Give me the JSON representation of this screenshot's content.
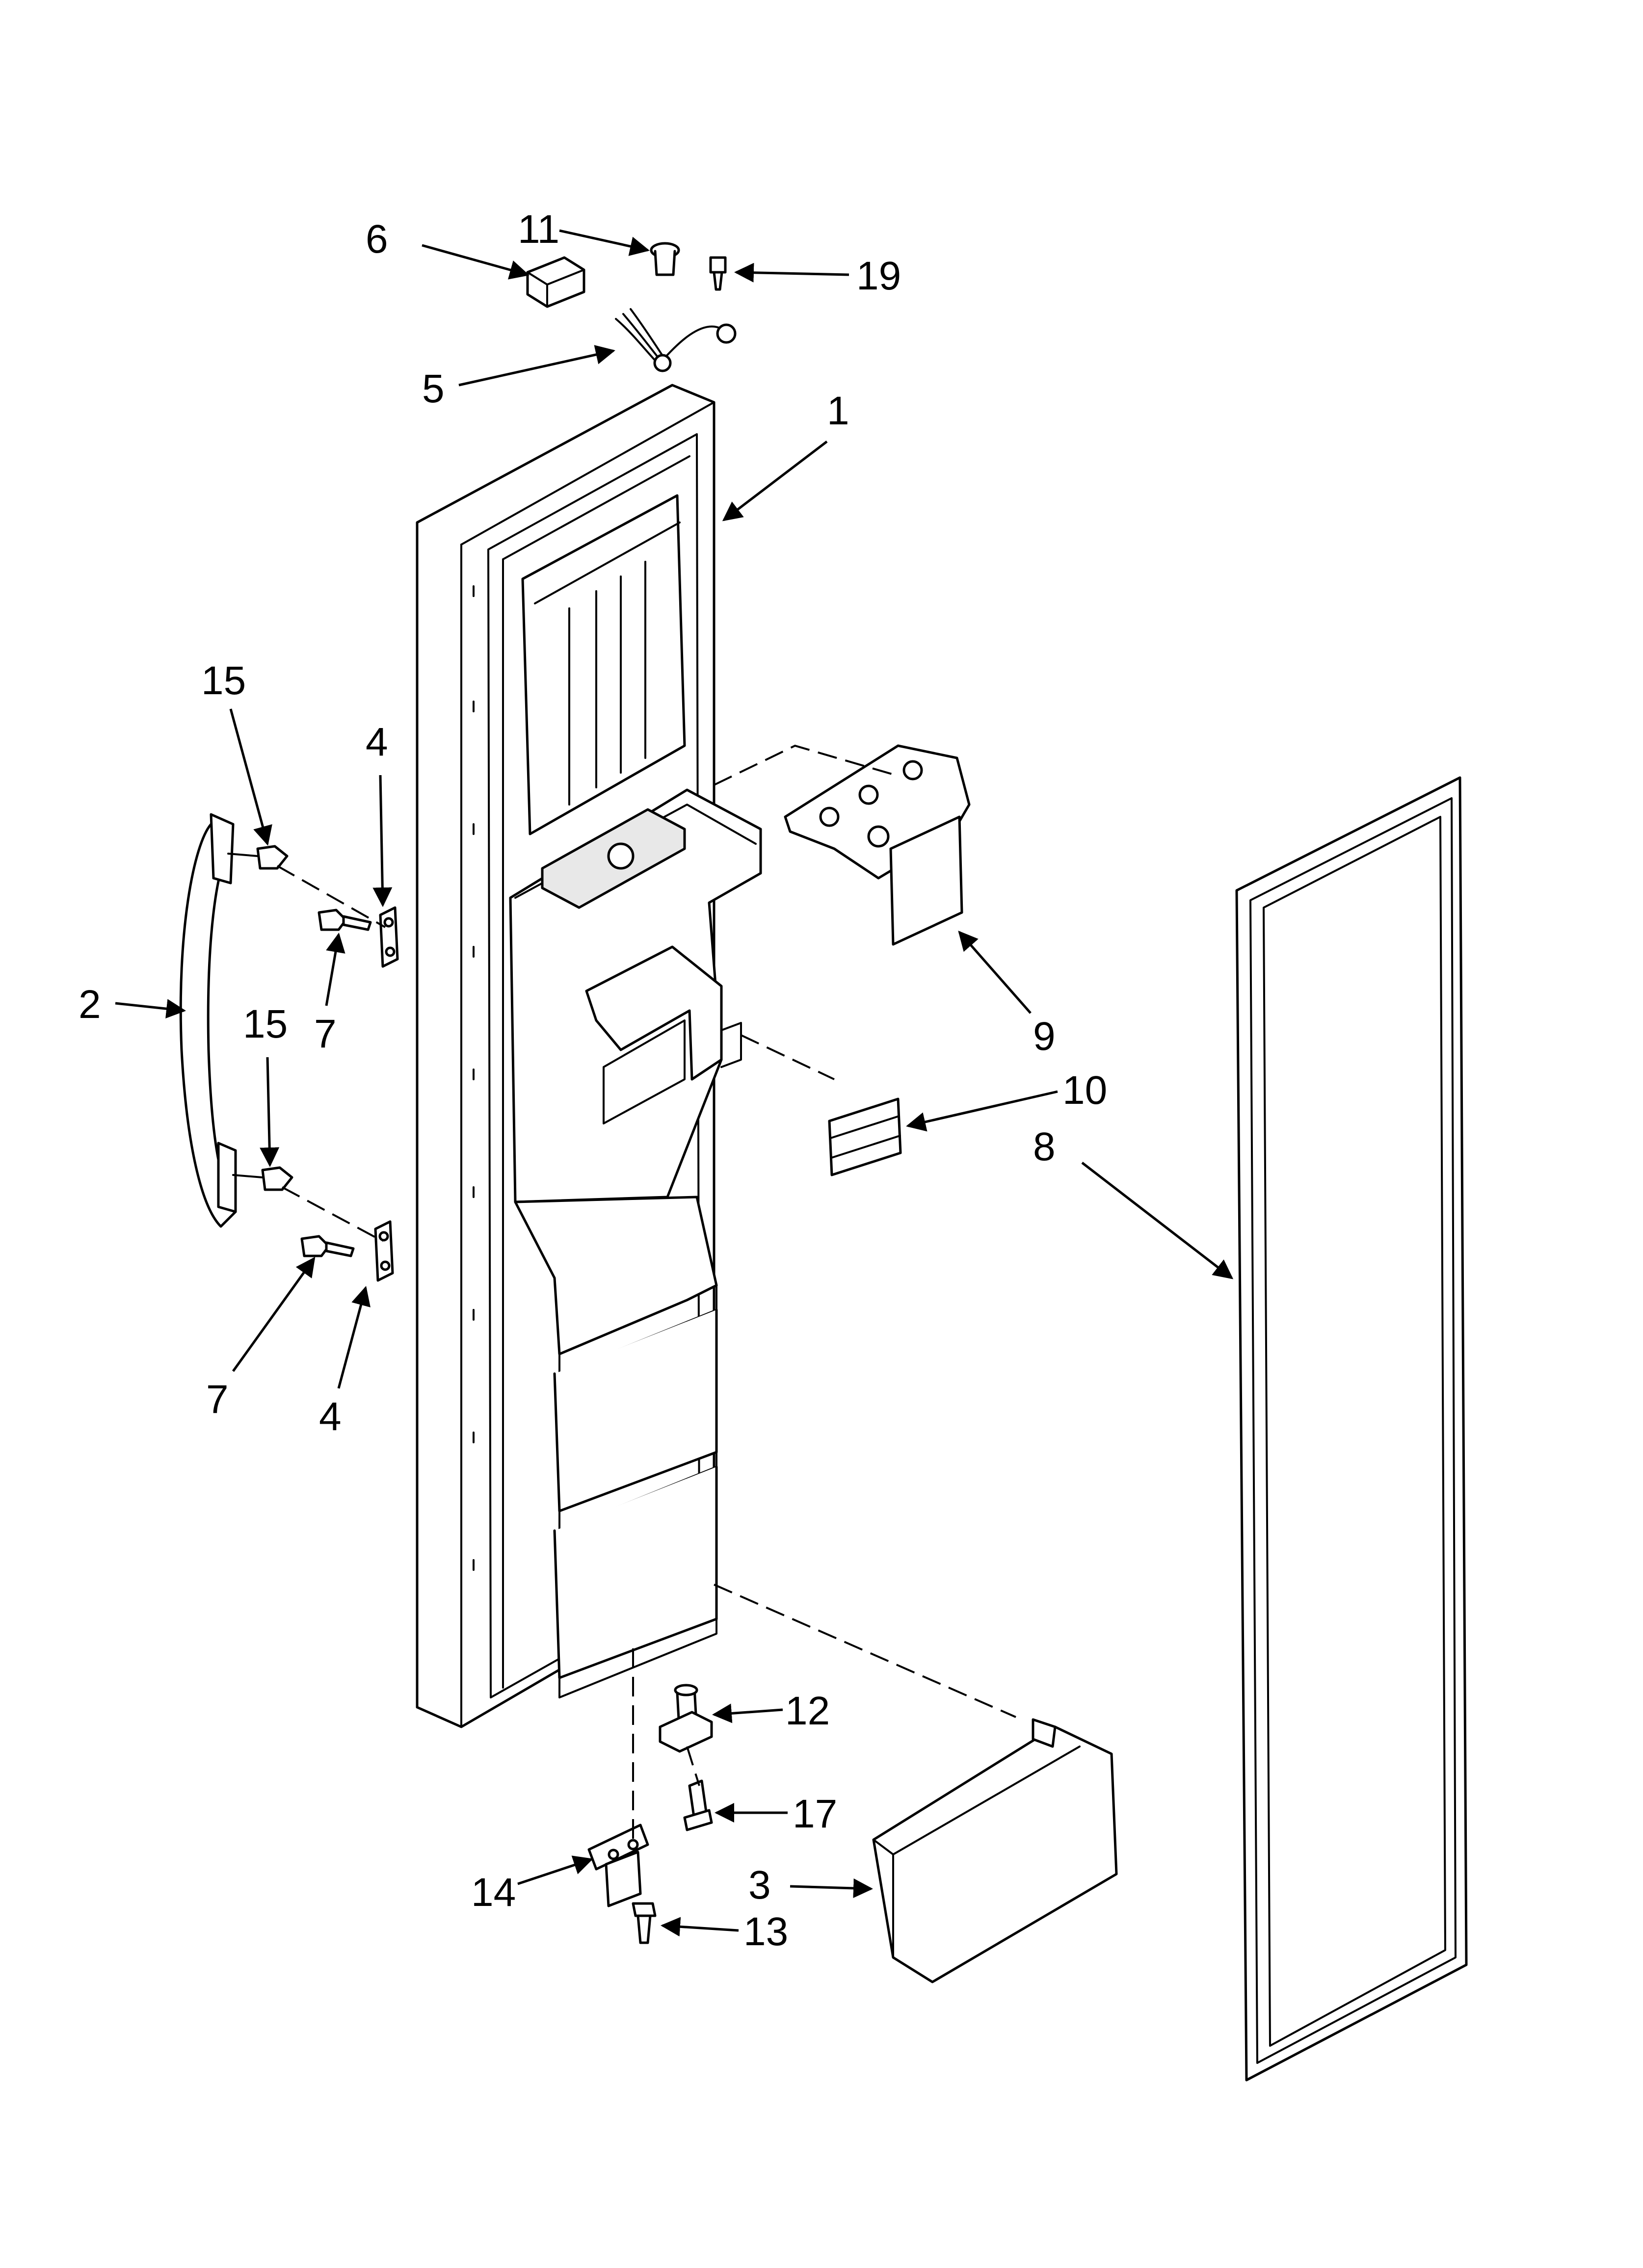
{
  "callouts": [
    {
      "id": "c6",
      "label": "6"
    },
    {
      "id": "c11",
      "label": "11"
    },
    {
      "id": "c19",
      "label": "19"
    },
    {
      "id": "c5",
      "label": "5"
    },
    {
      "id": "c1",
      "label": "1"
    },
    {
      "id": "c15a",
      "label": "15"
    },
    {
      "id": "c4a",
      "label": "4"
    },
    {
      "id": "c2",
      "label": "2"
    },
    {
      "id": "c7a",
      "label": "7"
    },
    {
      "id": "c15b",
      "label": "15"
    },
    {
      "id": "c9",
      "label": "9"
    },
    {
      "id": "c10",
      "label": "10"
    },
    {
      "id": "c8",
      "label": "8"
    },
    {
      "id": "c7b",
      "label": "7"
    },
    {
      "id": "c4b",
      "label": "4"
    },
    {
      "id": "c12",
      "label": "12"
    },
    {
      "id": "c17",
      "label": "17"
    },
    {
      "id": "c14",
      "label": "14"
    },
    {
      "id": "c3",
      "label": "3"
    },
    {
      "id": "c13",
      "label": "13"
    }
  ]
}
